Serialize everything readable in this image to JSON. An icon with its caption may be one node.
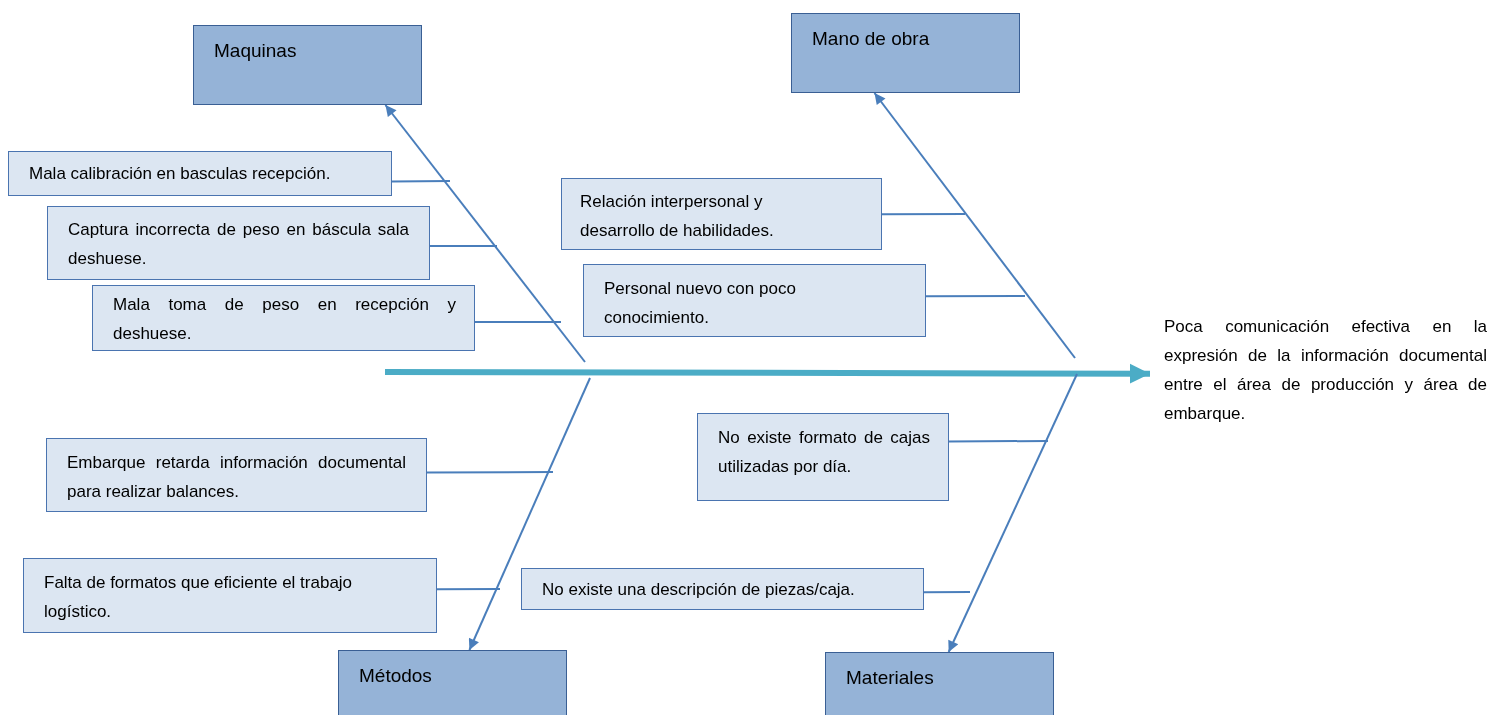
{
  "diagram": {
    "nodes": [
      {
        "text": [
          "Maquinas"
        ]
      },
      {
        "text": [
          "Mano de obra"
        ]
      },
      {
        "text": [
          "Mala calibración en basculas recepción."
        ]
      },
      {
        "text": [
          "Relación interpersonal y desarrollo de habilidades."
        ]
      },
      {
        "text": [
          "Captura incorrecta de peso en báscula sala deshuese."
        ]
      },
      {
        "text": [
          "Personal nuevo con poco conocimiento."
        ]
      },
      {
        "text": [
          "Mala toma de peso en recepción y deshuese."
        ]
      },
      {
        "text": [
          "Poca comunicación efectiva en la expresión de la información documental entre el área de producción y área de embarque."
        ]
      },
      {
        "text": [
          "Embarque retarda información documental para realizar balances."
        ]
      },
      {
        "text": [
          "No existe formato de cajas utilizadas por día."
        ]
      },
      {
        "text": [
          "Falta de formatos que eficiente el trabajo logístico."
        ]
      },
      {
        "text": [
          "No existe una descripción de piezas/caja."
        ]
      },
      {
        "text": [
          "Métodos"
        ]
      },
      {
        "text": [
          "Materiales"
        ]
      }
    ],
    "edges": [
      {
        "from": null,
        "to": 7,
        "arrow": "to",
        "style": "thick",
        "color": "#4bacc6"
      },
      {
        "from": null,
        "to": 0,
        "arrow": "to"
      },
      {
        "from": null,
        "to": 1,
        "arrow": "to"
      },
      {
        "from": null,
        "to": 12,
        "arrow": "to"
      },
      {
        "from": null,
        "to": 13,
        "arrow": "to"
      },
      {
        "from": 2,
        "to": null,
        "arrow": "none"
      },
      {
        "from": 4,
        "to": null,
        "arrow": "none"
      },
      {
        "from": 6,
        "to": null,
        "arrow": "none"
      },
      {
        "from": 3,
        "to": null,
        "arrow": "none"
      },
      {
        "from": 5,
        "to": null,
        "arrow": "none"
      },
      {
        "from": 9,
        "to": null,
        "arrow": "none"
      },
      {
        "from": 8,
        "to": null,
        "arrow": "none"
      },
      {
        "from": 10,
        "to": null,
        "arrow": "none"
      },
      {
        "from": 11,
        "to": null,
        "arrow": "none"
      }
    ]
  }
}
